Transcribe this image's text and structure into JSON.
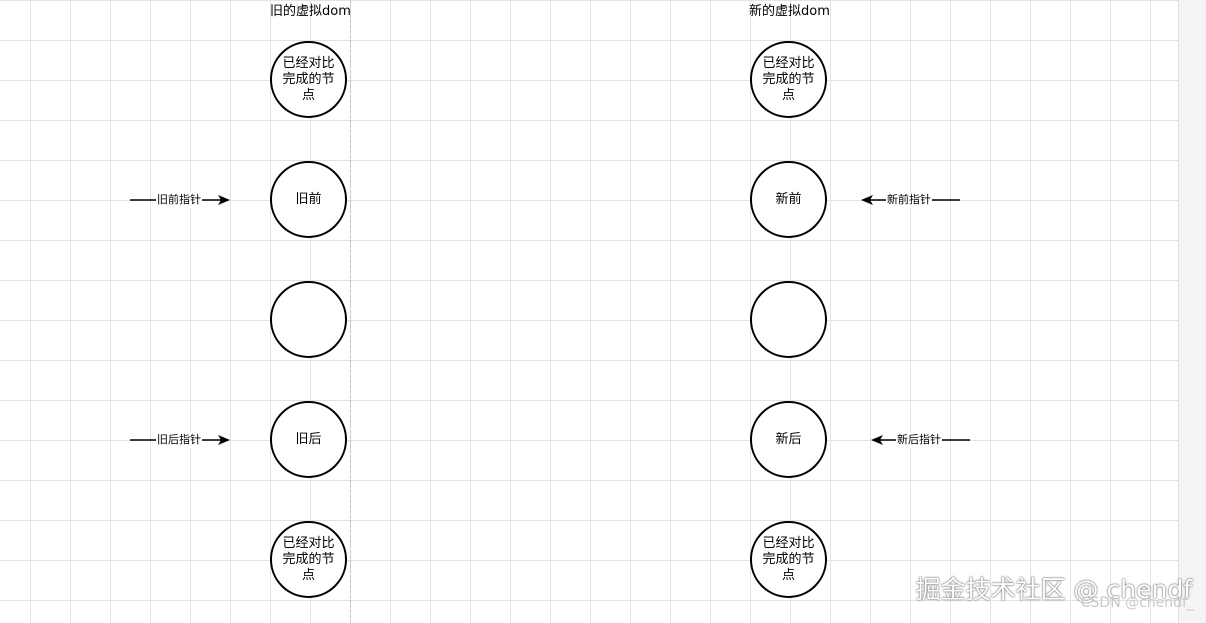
{
  "old_column": {
    "title": "旧的虚拟dom",
    "nodes": [
      {
        "label": "已经对比完成的节点"
      },
      {
        "label": "旧前"
      },
      {
        "label": ""
      },
      {
        "label": "旧后"
      },
      {
        "label": "已经对比完成的节点"
      }
    ],
    "pointers": [
      {
        "label": "旧前指针"
      },
      {
        "label": "旧后指针"
      }
    ]
  },
  "new_column": {
    "title": "新的虚拟dom",
    "nodes": [
      {
        "label": "已经对比完成的节点"
      },
      {
        "label": "新前"
      },
      {
        "label": ""
      },
      {
        "label": "新后"
      },
      {
        "label": "已经对比完成的节点"
      }
    ],
    "pointers": [
      {
        "label": "新前指针"
      },
      {
        "label": "新后指针"
      }
    ]
  },
  "watermark": {
    "text": "掘金技术社区 @ chendf",
    "csdn_text": "CSDN @chendf_"
  }
}
